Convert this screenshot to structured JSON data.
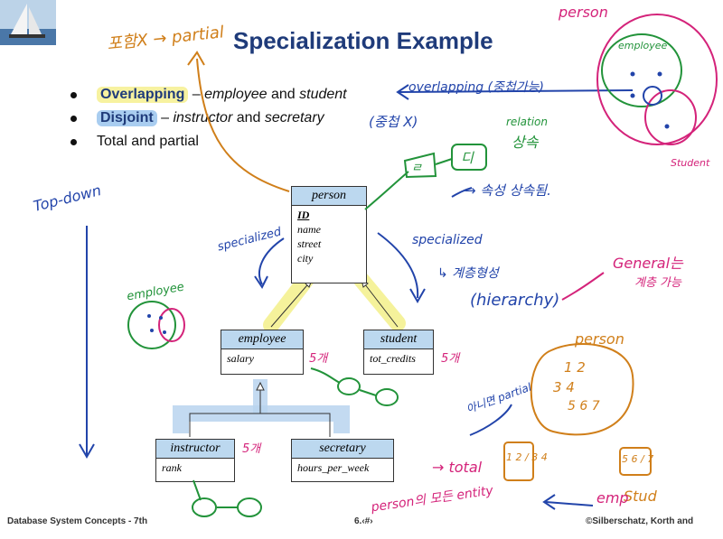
{
  "slide": {
    "title": "Specialization Example",
    "bullets": [
      {
        "highlight": "Overlapping",
        "sep": " – ",
        "a": "employee",
        "and": " and ",
        "b": "student"
      },
      {
        "highlight": "Disjoint",
        "sep": " – ",
        "a": "instructor",
        "and": " and ",
        "b": "secretary"
      },
      {
        "text": "Total and partial"
      }
    ]
  },
  "diagram": {
    "person": {
      "name": "person",
      "attrs": [
        "ID",
        "name",
        "street",
        "city"
      ]
    },
    "employee": {
      "name": "employee",
      "attrs": [
        "salary"
      ]
    },
    "student": {
      "name": "student",
      "attrs": [
        "tot_credits"
      ]
    },
    "instructor": {
      "name": "instructor",
      "attrs": [
        "rank"
      ]
    },
    "secretary": {
      "name": "secretary",
      "attrs": [
        "hours_per_week"
      ]
    }
  },
  "footer": {
    "left": "Database System Concepts - 7th",
    "center": "6.‹#›",
    "right": "©Silberschatz, Korth and"
  },
  "handwriting": {
    "top_left": "포함X → partial",
    "overlapping_note": "overlapping (중첩가능)",
    "disjoint_note": "(중첩 X)",
    "relation": "relation",
    "inherit": "상속",
    "attr_inherit": "→ 속성 상속됨.",
    "top_down": "Top-down",
    "specialized_left": "specialized",
    "specialized_right": "specialized",
    "hierarchy_kr": "↳ 계층형성",
    "hierarchy": "(hierarchy)",
    "generalize": "General는",
    "generalize2": "계층 가능",
    "employee_label": "employee",
    "person_right": "person",
    "nums": "1 2",
    "nums2": "3 4",
    "nums3": "5 6 7",
    "partial_note": "아니면 partial",
    "total": "→ total",
    "frac": "1 2 / 3 4",
    "person_entity": "person의 모든 entity",
    "emp_arrow": "emp",
    "stud": "Stud",
    "stud_box": "5 6 / 7",
    "ri": "ㄹ",
    "di": "디",
    "five": "5개",
    "venn_person": "person",
    "venn_employee": "employee",
    "venn_student": "Student"
  }
}
